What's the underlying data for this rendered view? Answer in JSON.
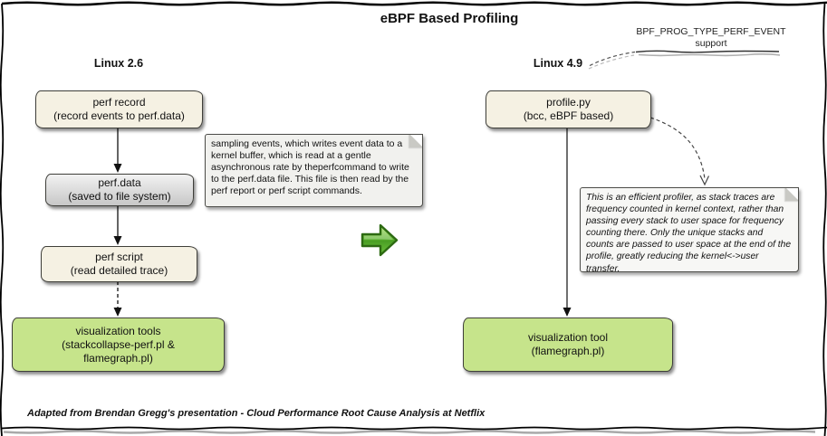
{
  "title": "eBPF Based Profiling",
  "callout": {
    "line1": "BPF_PROG_TYPE_PERF_EVENT",
    "line2": "support"
  },
  "headings": {
    "left": "Linux 2.6",
    "right": "Linux 4.9"
  },
  "boxes": {
    "perf_record": {
      "line1": "perf record",
      "line2": "(record events to perf.data)"
    },
    "perf_data": {
      "line1": "perf.data",
      "line2": "(saved to file system)"
    },
    "perf_script": {
      "line1": "perf script",
      "line2": "(read detailed trace)"
    },
    "viz_tools": {
      "line1": "visualization tools",
      "line2": "(stackcollapse-perf.pl &",
      "line3": "flamegraph.pl)"
    },
    "profile_py": {
      "line1": "profile.py",
      "line2": "(bcc, eBPF based)"
    },
    "viz_tool": {
      "line1": "visualization tool",
      "line2": "(flamegraph.pl)"
    }
  },
  "notes": {
    "left": "sampling events, which writes event data to a kernel buffer, which is read at a gentle asynchronous rate by theperfcommand to write to the perf.data file. This file is then read by the perf report or perf script commands.",
    "right": "This is an efficient profiler, as stack traces are frequency counted in kernel context, rather than passing every stack to user space for frequency counting there. Only the unique stacks and counts are passed to user space at the end of the profile, greatly reducing the kernel<->user transfer."
  },
  "footer": "Adapted from Brendan Gregg's  presentation - Cloud Performance Root Cause Analysis at Netflix",
  "icons": {
    "green_arrow": "green-right-arrow"
  },
  "colors": {
    "box_cream": "#f5f1e3",
    "box_gray_top": "#f2f2f2",
    "box_gray_bottom": "#c7c7c7",
    "box_green": "#c6e48b",
    "note_bg": "#f1f1ee",
    "border": "#3f3f3a",
    "arrow_icon_green": "#56ab2f",
    "text": "#111111"
  }
}
